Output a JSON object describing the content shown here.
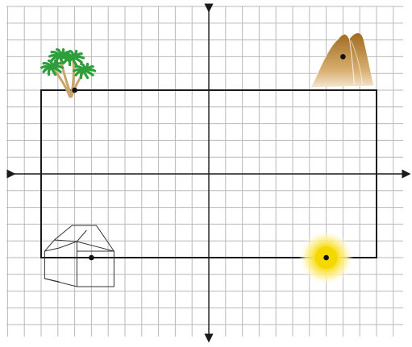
{
  "grid": {
    "columns": 24,
    "rows": 20,
    "unit_label": "",
    "line_color": "#b9b9b9",
    "axis_color": "#1a1a1a"
  },
  "axes": {
    "x_range": [
      -12,
      12
    ],
    "y_range": [
      -10,
      10
    ],
    "x_label": "",
    "y_label": ""
  },
  "rectangle": {
    "corners": [
      [
        -10,
        5
      ],
      [
        10,
        5
      ],
      [
        10,
        -5
      ],
      [
        -10,
        -5
      ]
    ],
    "stroke": "#1a1a1a"
  },
  "landmarks": [
    {
      "name": "palm-trees",
      "point": [
        -8,
        5
      ],
      "icon": "palm-tree-icon"
    },
    {
      "name": "mountains",
      "point": [
        8,
        7
      ],
      "icon": "mountain-icon"
    },
    {
      "name": "house",
      "point": [
        -7,
        -5
      ],
      "icon": "house-icon"
    },
    {
      "name": "sun",
      "point": [
        7,
        -5
      ],
      "icon": "sun-icon"
    }
  ],
  "colors": {
    "palm_green": "#2e9e3b",
    "palm_trunk": "#c9a56b",
    "mountain": "#b57e2c",
    "sun_core": "#f5d800",
    "sun_glow": "#fff2a0"
  }
}
